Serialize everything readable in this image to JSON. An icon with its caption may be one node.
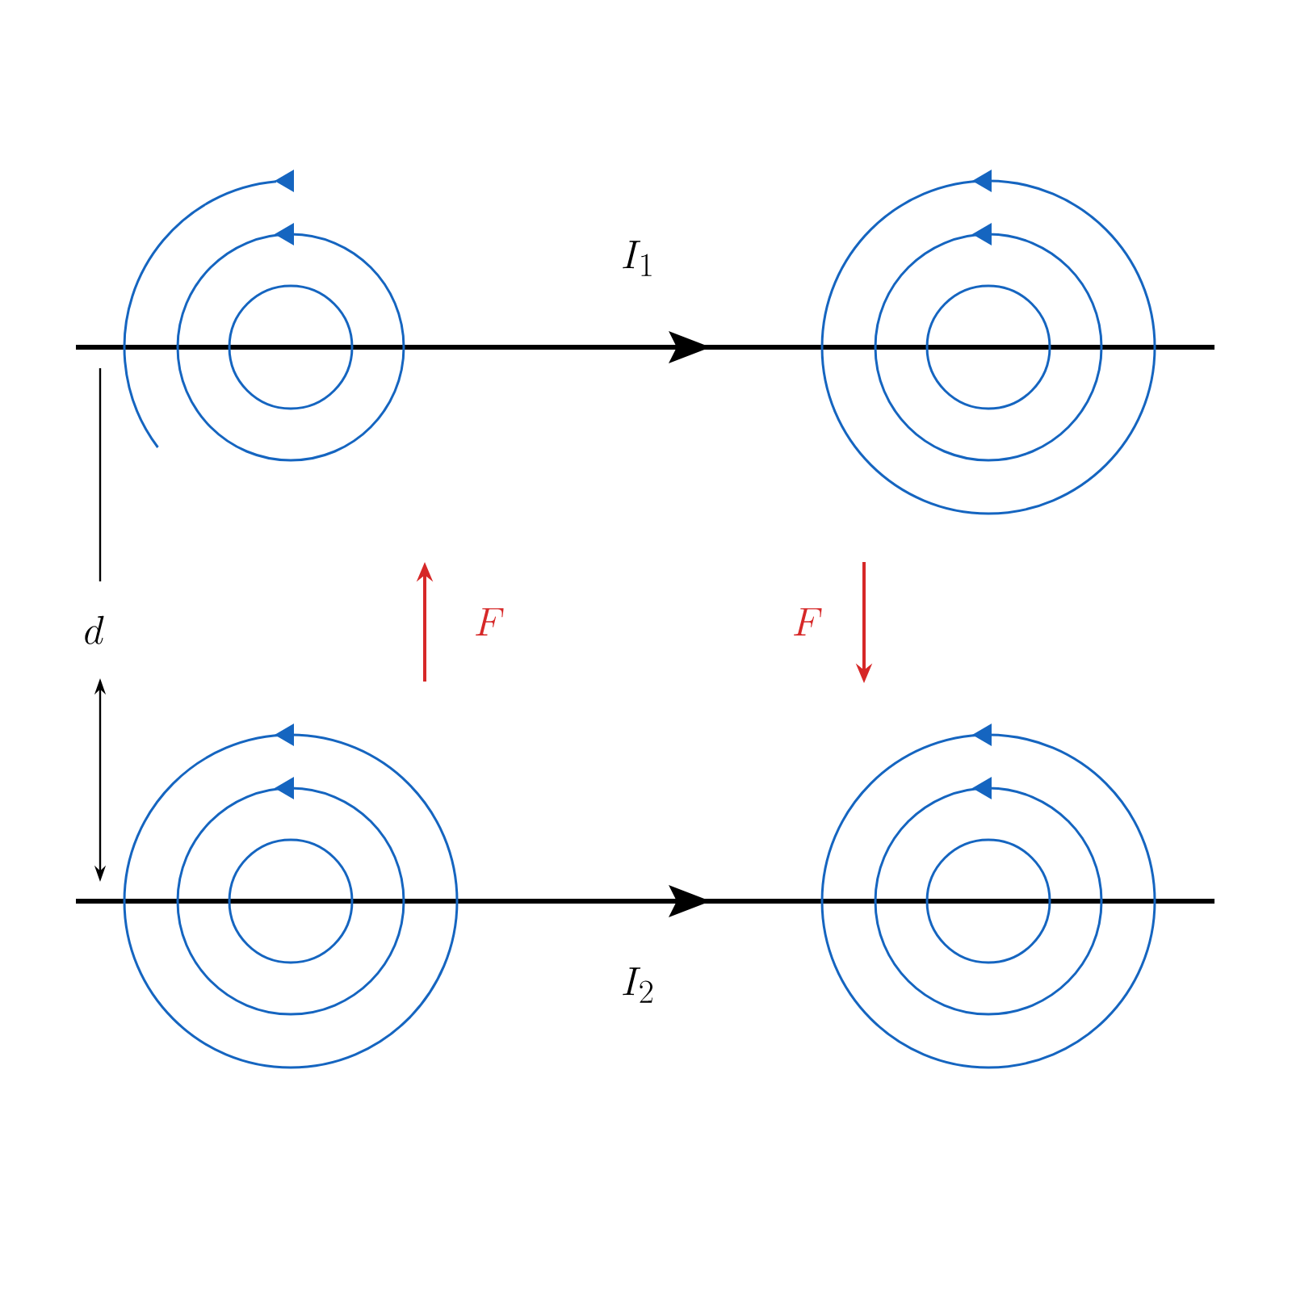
{
  "diagram": {
    "labels": [
      "I_1",
      "F",
      "F",
      "d",
      "I_2"
    ]
  }
}
